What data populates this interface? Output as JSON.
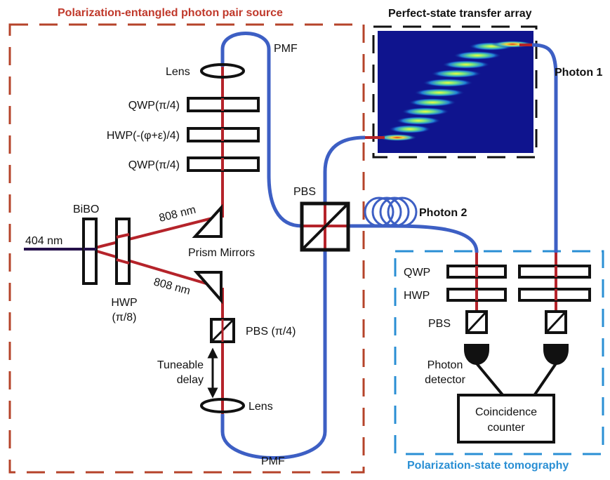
{
  "titles": {
    "source": "Polarization-entangled photon pair source",
    "array": "Perfect-state transfer array",
    "tomography": "Polarization-state tomography"
  },
  "labels": {
    "pmf_top": "PMF",
    "pmf_bottom": "PMF",
    "lens_top": "Lens",
    "lens_bottom": "Lens",
    "qwp1": "QWP(π/4)",
    "hwp1": "HWP(-(φ+ε)/4)",
    "qwp2": "QWP(π/4)",
    "bibo": "BiBO",
    "pump": "404 nm",
    "beam_upper": "808 nm",
    "beam_lower": "808 nm",
    "prism": "Prism Mirrors",
    "hwp_pi8_line1": "HWP",
    "hwp_pi8_line2": "(π/8)",
    "pbs_pi4": "PBS (π/4)",
    "delay_line1": "Tuneable",
    "delay_line2": "delay",
    "pbs_main": "PBS",
    "photon1": "Photon 1",
    "photon2": "Photon 2",
    "qwp": "QWP",
    "hwp": "HWP",
    "pbs_tomo": "PBS",
    "detector_line1": "Photon",
    "detector_line2": "detector",
    "counter_line1": "Coincidence",
    "counter_line2": "counter"
  },
  "colors": {
    "source_title": "#c0392b",
    "source_border": "#b5432a",
    "tomo_title": "#2a8fd4",
    "tomo_border": "#2a8fd4",
    "fiber": "#3d5fc4",
    "beam": "#b5232a",
    "pump": "#24104a",
    "array_bg": "#0f148e"
  }
}
